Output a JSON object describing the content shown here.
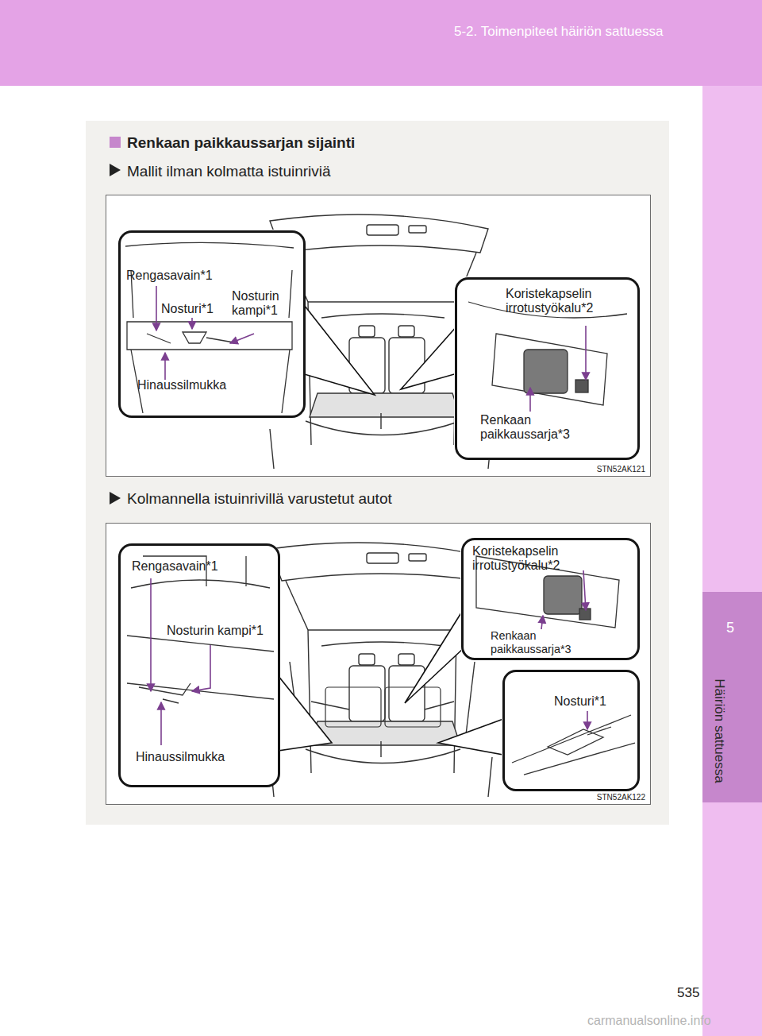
{
  "diagram": {
    "title": "Renkaan paikkaussarjan sijainti",
    "nodes": [
      {
        "text": [
          "STN52AK121"
        ]
      },
      {
        "text": [
          "Rengasavain*1",
          "Nosturi*1",
          "Nosturin kampi*1",
          "Hinaussilmukka"
        ],
        "in": 0
      },
      {
        "text": [
          "Koristekapselin irrotustyökalu*2",
          "Renkaan paikkaussarja*3"
        ],
        "in": 0
      },
      {
        "text": [
          "STN52AK122"
        ]
      },
      {
        "text": [
          "Rengasavain*1",
          "Nosturin kampi*1",
          "Hinaussilmukka"
        ],
        "in": 3
      },
      {
        "text": [
          "Koristekapselin irrotustyökalu*2",
          "Renkaan paikkaussarja*3"
        ],
        "in": 3
      },
      {
        "text": [
          "Nosturi*1"
        ],
        "in": 3
      }
    ],
    "labels": [
      "5-2. Toimenpiteet häiriön sattuessa",
      "Mallit ilman kolmatta istuinriviä",
      "Kolmannella istuinrivillä varustetut autot",
      "5",
      "Häiriön sattuessa",
      "535",
      "carmanualsonline.info"
    ]
  }
}
